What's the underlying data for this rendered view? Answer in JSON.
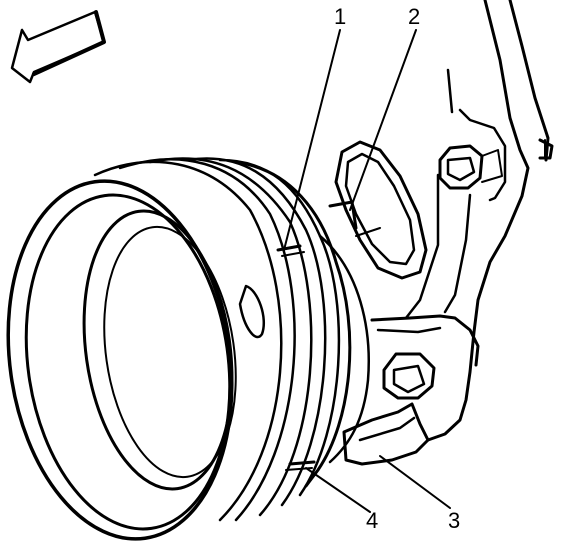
{
  "callouts": [
    {
      "id": "1",
      "label": "1"
    },
    {
      "id": "2",
      "label": "2"
    },
    {
      "id": "3",
      "label": "3"
    },
    {
      "id": "4",
      "label": "4"
    }
  ],
  "icons": {
    "direction_arrow": "arrow-up-left-icon"
  },
  "colors": {
    "ink": "#000000",
    "background": "#ffffff",
    "arrow_fill": "#ffffff"
  }
}
